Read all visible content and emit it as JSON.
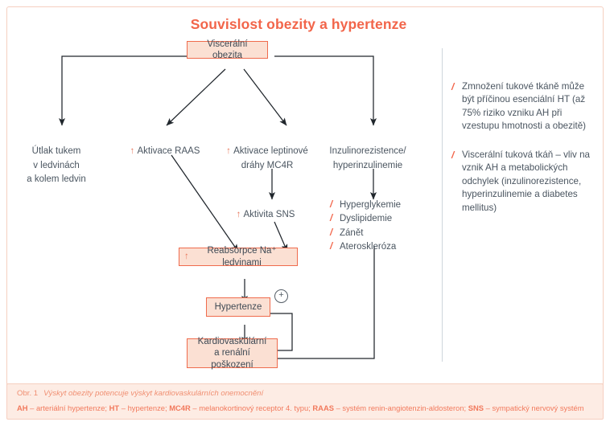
{
  "title": "Souvislost obezity a hypertenze",
  "colors": {
    "accent": "#f2654a",
    "box_border": "#ef6b4d",
    "box_fill": "#fbe0d3",
    "text": "#4a5560",
    "frame": "#f6cfc0",
    "footer_bg": "#fdece4"
  },
  "diagram": {
    "nodes": {
      "visceral": "Viscerální obezita",
      "kidney_pressure": "Útlak tukem\nv ledvinách\na kolem ledvin",
      "raas": "Aktivace RAAS",
      "leptin": "Aktivace leptinové\ndráhy MC4R",
      "insulin": "Inzulinorezistence/\nhyperinzulinemie",
      "sns": "Aktivita SNS",
      "reabsorption": "Reabsorpce Na⁺ ledvinami",
      "hypertension": "Hypertenze",
      "damage": "Kardiovaskulární\na renální poškození"
    },
    "up_arrow": "↑",
    "plus_sign": "⊕",
    "consequences": [
      "Hyperglykemie",
      "Dyslipidemie",
      "Zánět",
      "Ateroskleróza"
    ],
    "bullet_glyph": "/"
  },
  "notes": {
    "bullet_glyph": "/",
    "items": [
      "Zmnožení tukové tkáně může být příčinou esenciální HT (až 75% riziko vzniku AH při vzestupu hmotnosti a obezitě)",
      "Viscerální tuková tkáň – vliv na vznik AH a metabolických odchylek (inzulinorezistence, hyperinzulinemie a diabetes mellitus)"
    ]
  },
  "footer": {
    "figure_number": "Obr. 1",
    "caption": "Výskyt obezity potencuje výskyt kardiovaskulárních onemocnění",
    "legend_parts": [
      {
        "abbr": "AH",
        "desc": " – arteriální hypertenze; "
      },
      {
        "abbr": "HT",
        "desc": " – hypertenze; "
      },
      {
        "abbr": "MC4R",
        "desc": " – melanokortinový receptor 4. typu; "
      },
      {
        "abbr": "RAAS",
        "desc": " – systém renin-angiotenzin-aldosteron; "
      },
      {
        "abbr": "SNS",
        "desc": " – sympatický nervový systém"
      }
    ]
  }
}
